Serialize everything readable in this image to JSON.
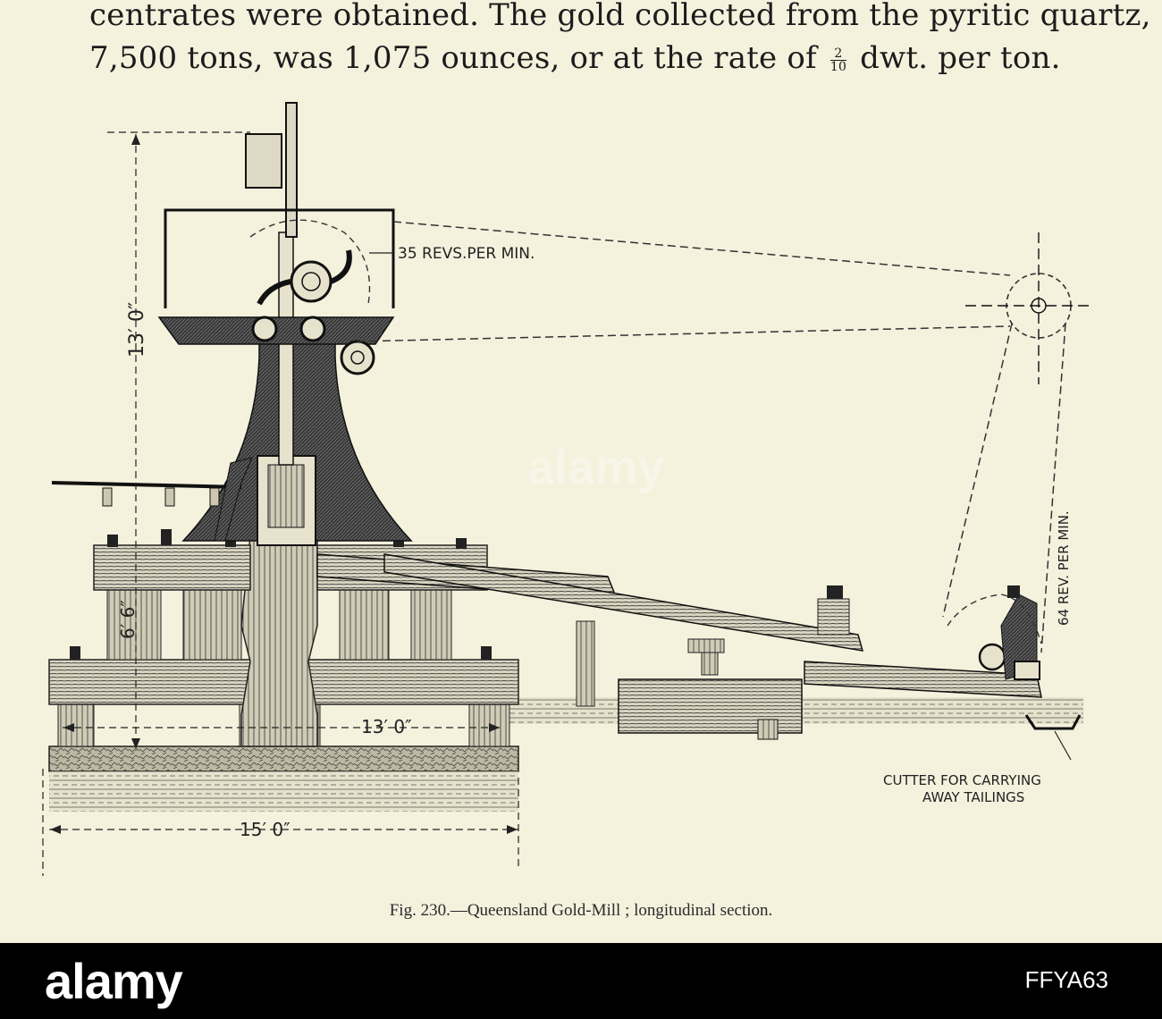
{
  "text": {
    "line1": "centrates were obtained.  The gold collected from the pyritic quartz,",
    "line2_before": "7,500 tons, was 1,075 ounces, or at the rate of",
    "fraction_numerator": "2",
    "fraction_denominator": "10",
    "line2_after": "dwt. per ton."
  },
  "figure": {
    "label_revs_top": "35 REVS.PER MIN.",
    "label_revs_right": "64 REV. PER MIN.",
    "label_cutter_1": "CUTTER FOR CARRYING",
    "label_cutter_2": "AWAY TAILINGS",
    "dim_height_total": "13′ 0″",
    "dim_height_lower": "6′ 6″",
    "dim_inner_width": "13′ 0″",
    "dim_base_width": "15′ 0″",
    "caption": "Fig. 230.—Queensland Gold-Mill ; longitudinal section."
  },
  "footer": {
    "logo": "alamy",
    "image_id": "FFYA63",
    "watermark": "alamy"
  }
}
